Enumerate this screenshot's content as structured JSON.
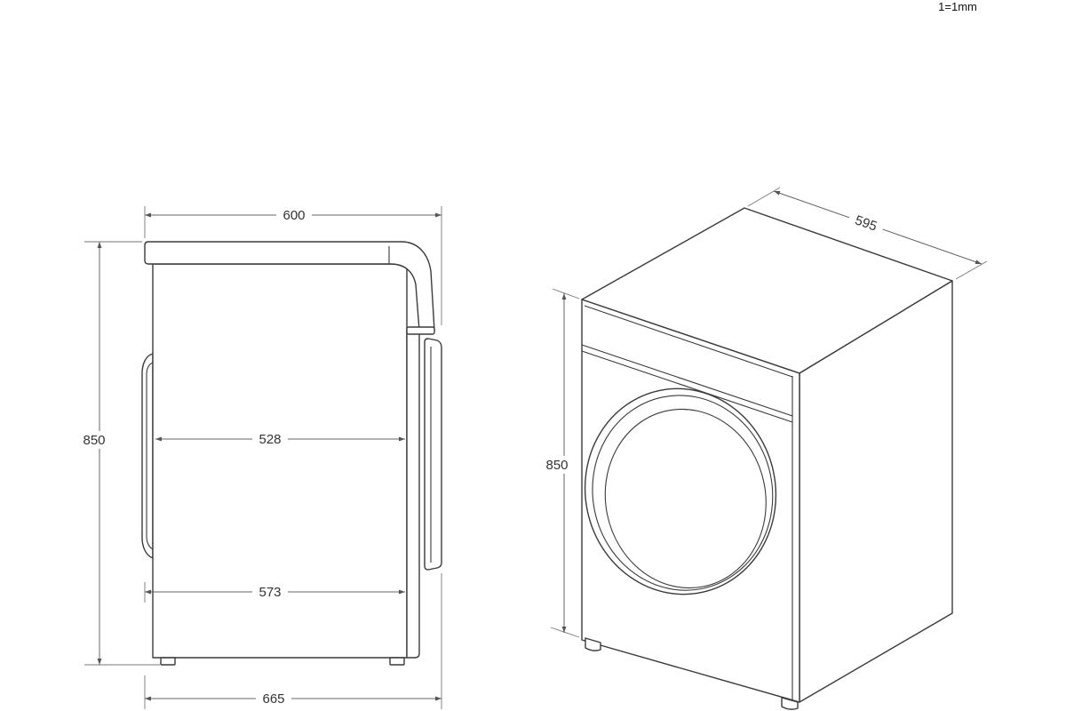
{
  "scale_note": "1=1mm",
  "side_view": {
    "width_top": "600",
    "height": "850",
    "inner_depth": "528",
    "body_depth": "573",
    "overall_depth": "665"
  },
  "perspective_view": {
    "width": "595",
    "height": "850"
  }
}
